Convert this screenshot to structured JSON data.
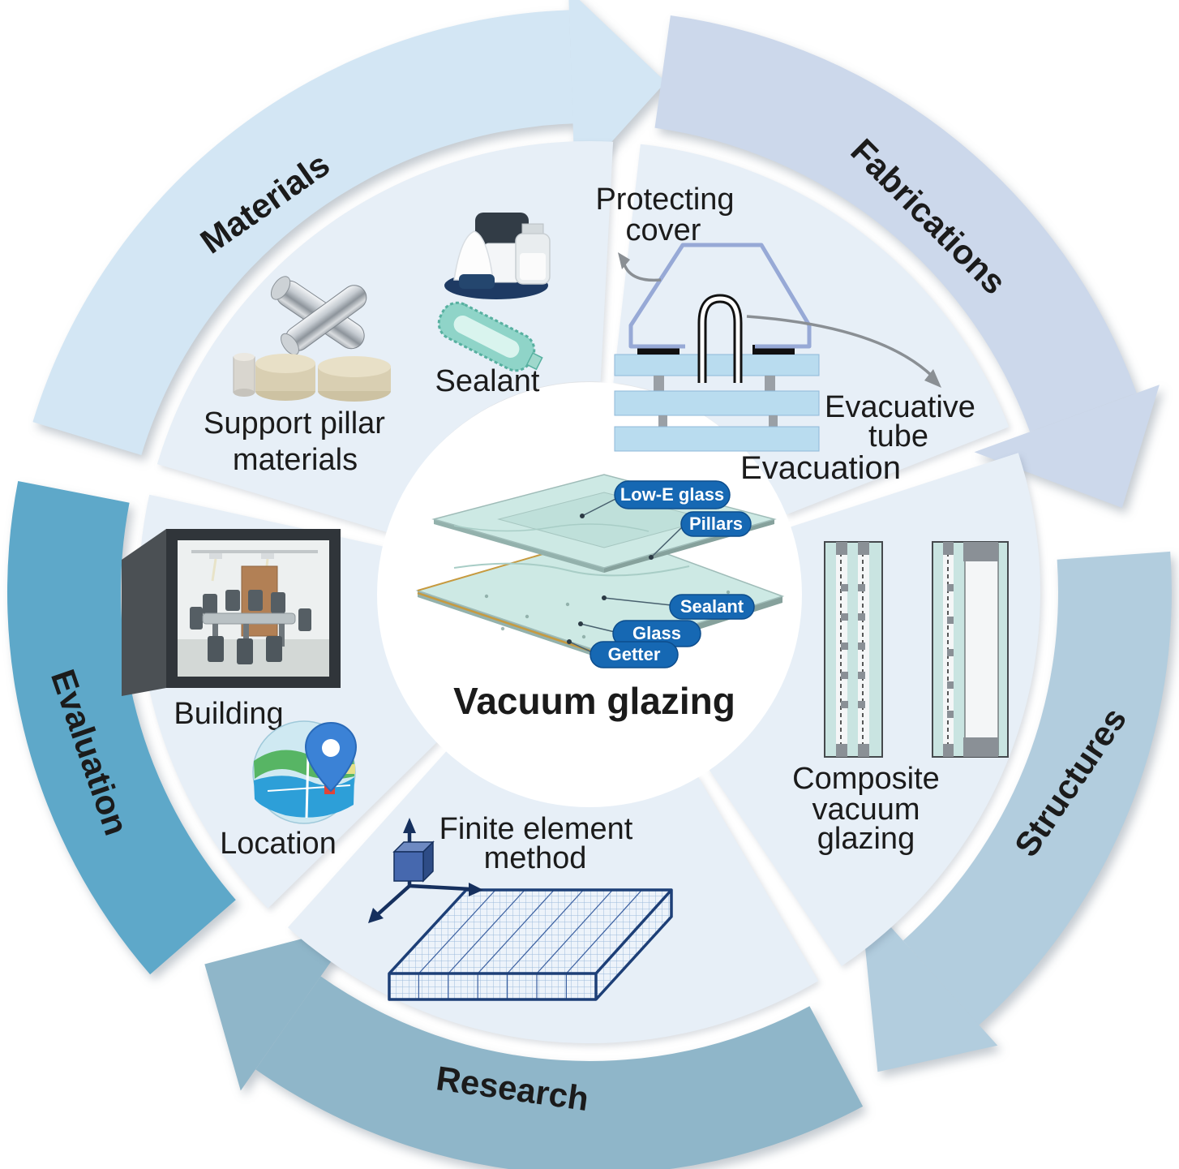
{
  "ring": {
    "materials_label": "Materials",
    "fabrications_label": "Fabrications",
    "structures_label": "Structures",
    "research_label": "Research",
    "evaluation_label": "Evaluation"
  },
  "center": {
    "title": "Vacuum glazing",
    "pill_low_e_glass": "Low-E glass",
    "pill_pillars": "Pillars",
    "pill_sealant": "Sealant",
    "pill_glass": "Glass",
    "pill_getter": "Getter"
  },
  "materials_section": {
    "support_pillar_line1": "Support pillar",
    "support_pillar_line2": "materials",
    "sealant_label": "Sealant"
  },
  "fabrications_section": {
    "protecting_cover_line1": "Protecting",
    "protecting_cover_line2": "cover",
    "evacuative_tube_line1": "Evacuative",
    "evacuative_tube_line2": "tube",
    "evacuation_label": "Evacuation"
  },
  "structures_section": {
    "caption_line1": "Composite",
    "caption_line2": "vacuum",
    "caption_line3": "glazing"
  },
  "research_section": {
    "caption_line1": "Finite element",
    "caption_line2": "method"
  },
  "evaluation_section": {
    "building_label": "Building",
    "location_label": "Location"
  },
  "colors": {
    "materials_arc": "#d3e6f4",
    "fabrications_arc": "#ccd8eb",
    "structures_arc": "#b2cdde",
    "research_arc": "#8fb6c9",
    "evaluation_arc": "#5ea8c9",
    "sector_fill": "#e7eff7",
    "label_pill_blue": "#1668b3",
    "glass_teal": "#cde9e4",
    "text_dark": "#1b1b1b"
  }
}
